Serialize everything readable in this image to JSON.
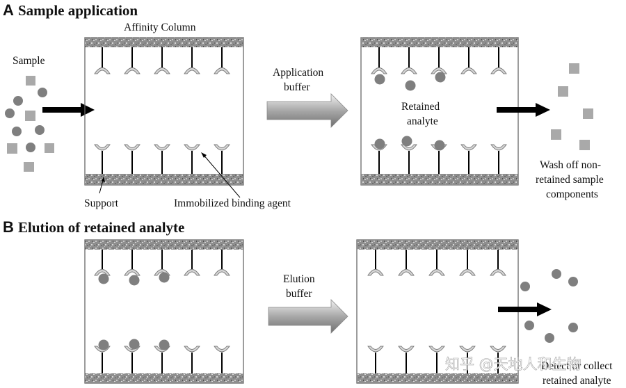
{
  "panel_a": {
    "letter": "A",
    "title": "Sample application",
    "column_label": "Affinity Column",
    "sample_label": "Sample",
    "buffer_label_line1": "Application",
    "buffer_label_line2": "buffer",
    "retained_line1": "Retained",
    "retained_line2": "analyte",
    "support_label": "Support",
    "binding_agent_label": "Immobilized binding agent",
    "wash_line1": "Wash off non-",
    "wash_line2": "retained sample",
    "wash_line3": "components"
  },
  "panel_b": {
    "letter": "B",
    "title": "Elution of retained analyte",
    "buffer_label_line1": "Elution",
    "buffer_label_line2": "buffer",
    "detect_line1": "Detect or collect",
    "detect_line2": "retained analyte"
  },
  "watermark": "知乎 @天地人和生物",
  "colors": {
    "analyte_circle": "#7f7f7f",
    "nonretained_square": "#a9a9a9",
    "support_band": "#8c8c8c",
    "binding_cup": "#d6d6d6",
    "arrow_black": "#000000",
    "buffer_arrow": "#bdbdbd"
  }
}
